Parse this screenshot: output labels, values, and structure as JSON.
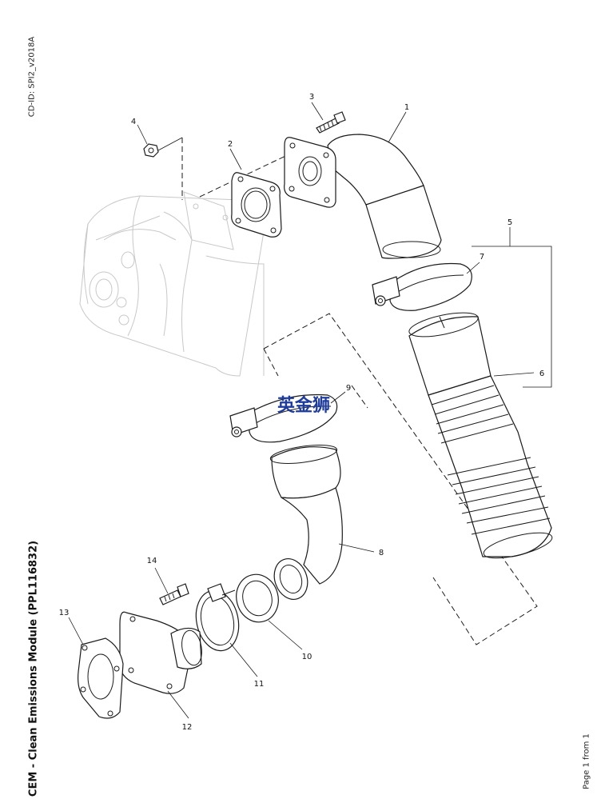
{
  "document": {
    "cd_id": "CD-ID: SPI2_v2018A",
    "title": "CEM - Clean Emissions Module (PPL116832)",
    "page_info": "Page 1 from 1",
    "watermark": "英金狮"
  },
  "callouts": [
    {
      "id": "c1",
      "label": "1"
    },
    {
      "id": "c2",
      "label": "2"
    },
    {
      "id": "c3",
      "label": "3"
    },
    {
      "id": "c4",
      "label": "4"
    },
    {
      "id": "c5",
      "label": "5"
    },
    {
      "id": "c6",
      "label": "6"
    },
    {
      "id": "c7",
      "label": "7"
    },
    {
      "id": "c8",
      "label": "8"
    },
    {
      "id": "c9",
      "label": "9"
    },
    {
      "id": "c10",
      "label": "10"
    },
    {
      "id": "c11",
      "label": "11"
    },
    {
      "id": "c12",
      "label": "12"
    },
    {
      "id": "c13",
      "label": "13"
    },
    {
      "id": "c14",
      "label": "14"
    }
  ]
}
